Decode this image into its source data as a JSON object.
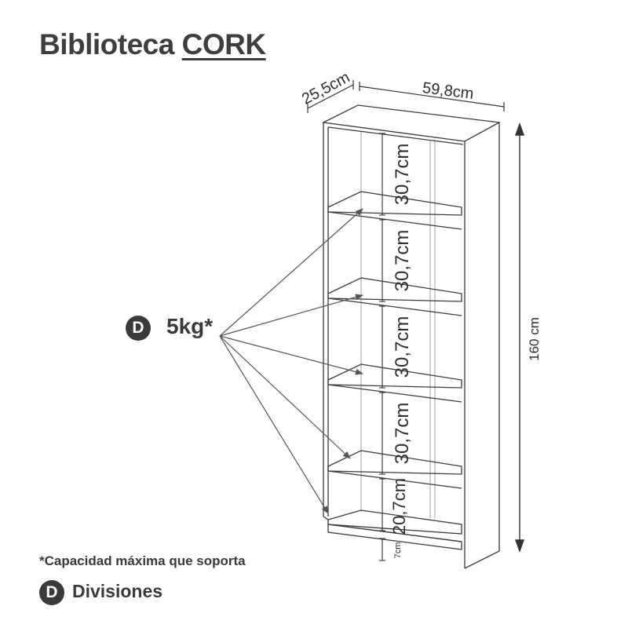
{
  "title": {
    "prefix": "Biblioteca",
    "brand": "CORK"
  },
  "dimensions": {
    "depth": "25,5cm",
    "width": "59,8cm",
    "height": "160 cm",
    "shelf_spacing": "30,7cm",
    "bottom_spacing": "20,7cm",
    "base_height": "7cm"
  },
  "callout": {
    "badge": "D",
    "load": "5kg*"
  },
  "footnote": "*Capacidad máxima que soporta",
  "legend": {
    "badge": "D",
    "label": "Divisiones"
  },
  "colors": {
    "text": "#3a3a3a",
    "line": "#3a3a3a",
    "arrow": "#555555"
  }
}
